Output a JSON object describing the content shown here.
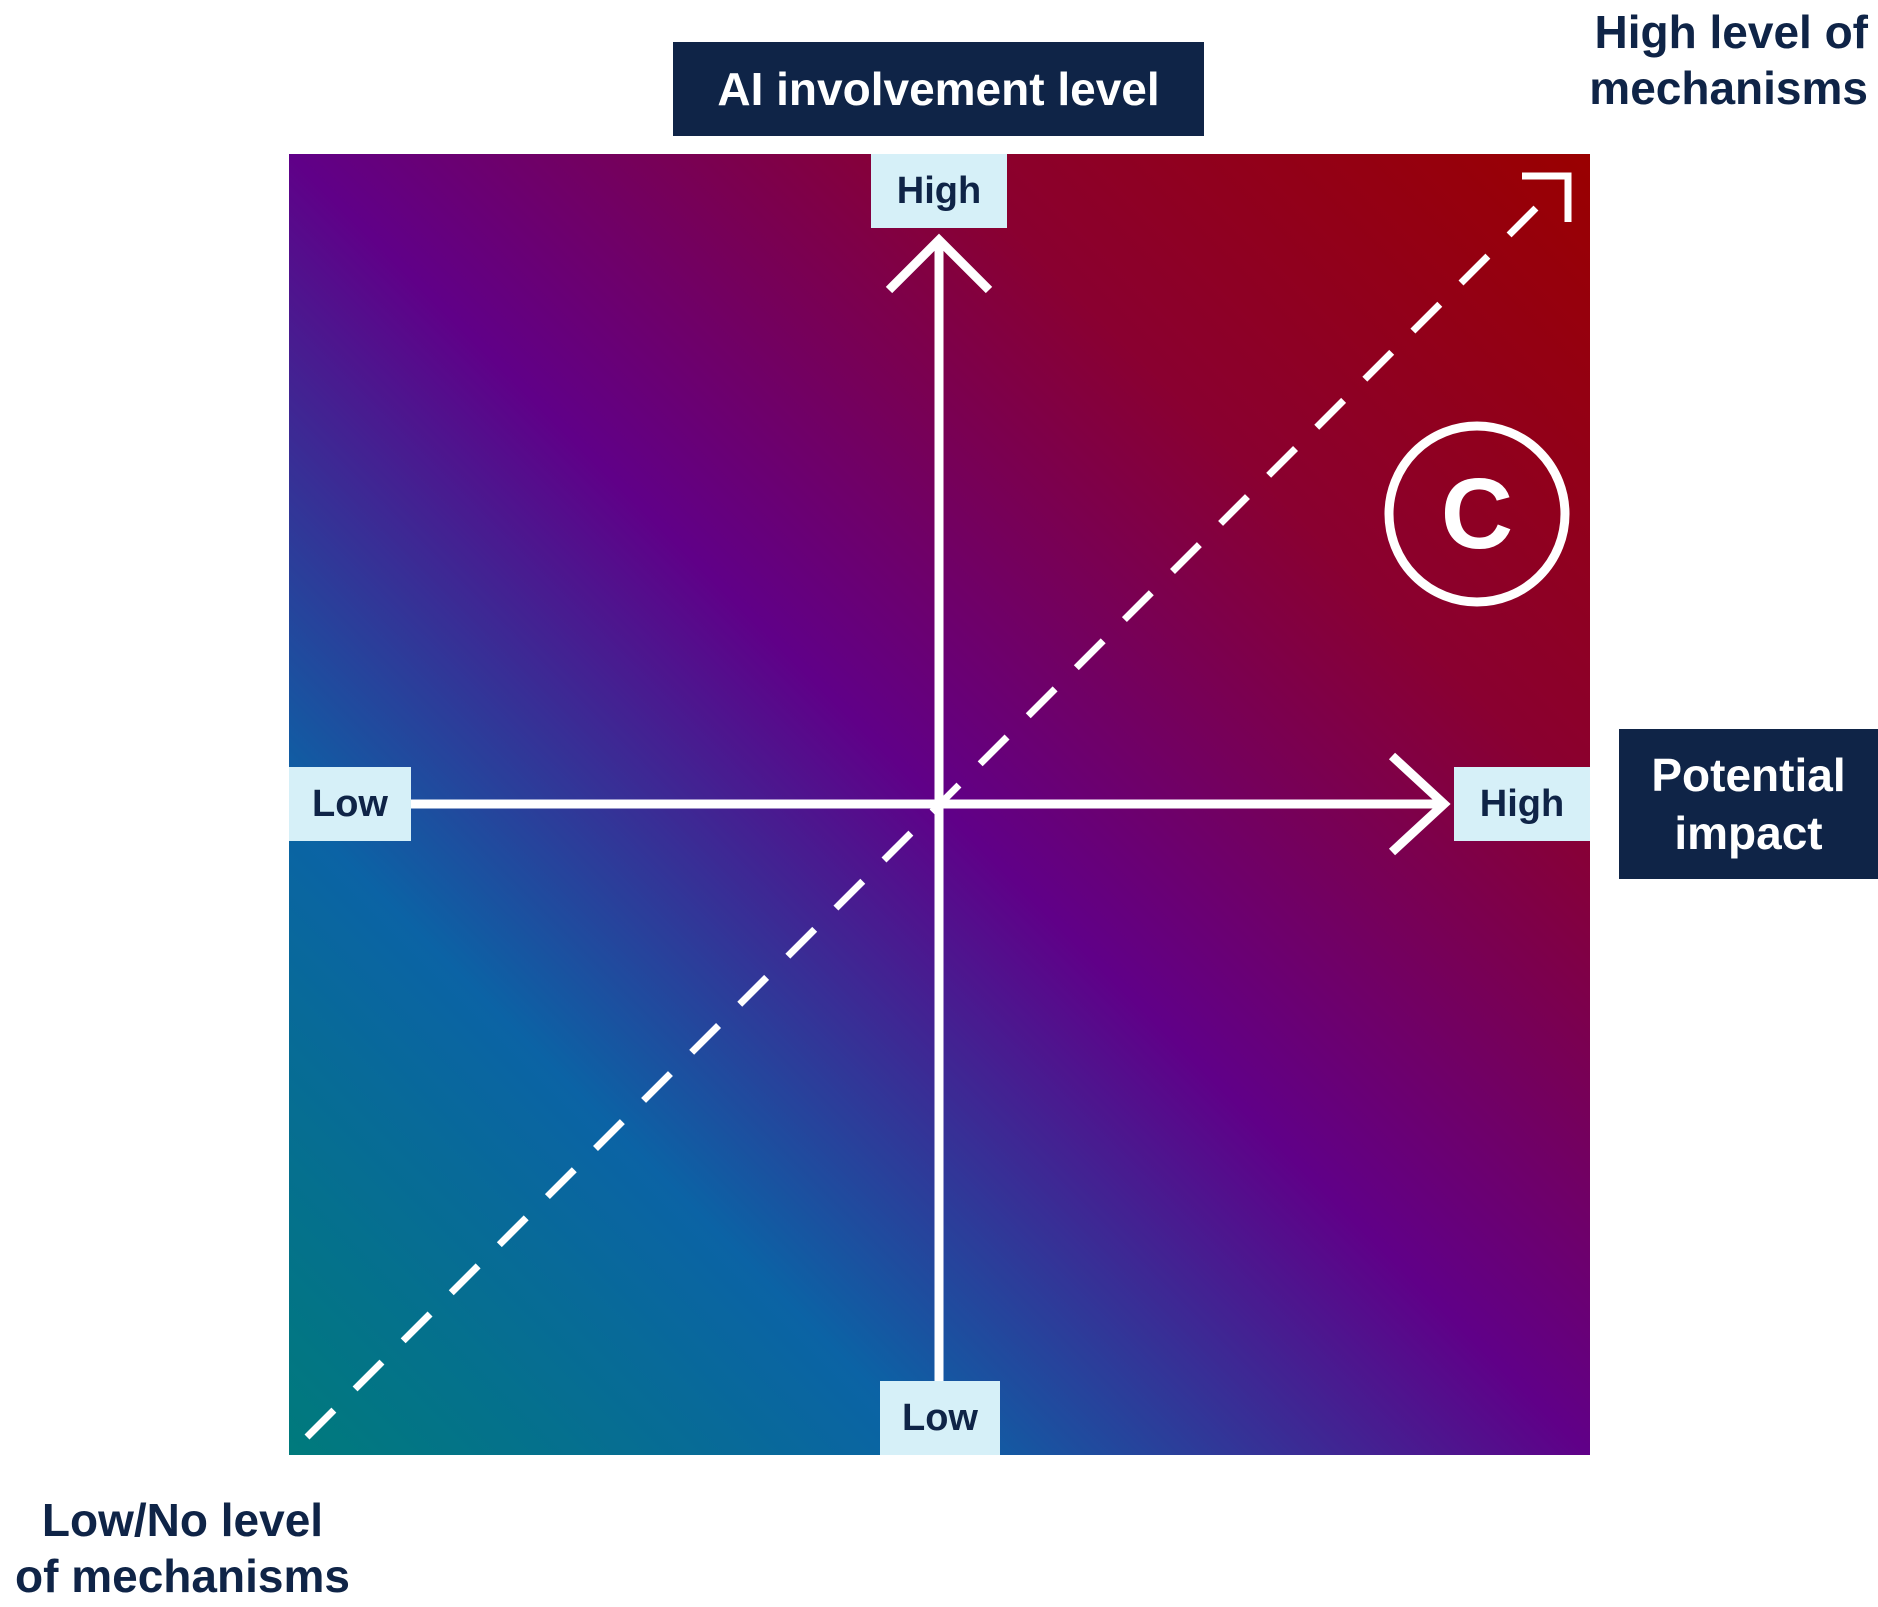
{
  "title": "AI involvement level",
  "x_axis_name_line1": "Potential",
  "x_axis_name_line2": "impact",
  "y_axis_high": "High",
  "y_axis_low": "Low",
  "x_axis_low": "Low",
  "x_axis_high": "High",
  "diagonal_high_line1": "High level of",
  "diagonal_high_line2": "mechanisms",
  "diagonal_low_line1": "Low/No level",
  "diagonal_low_line2": "of mechanisms",
  "marker_label": "C",
  "colors": {
    "dark_navy": "#0f2447",
    "label_bg": "#d6f0f8",
    "gradient_start": "#007a7c",
    "gradient_mid": "#600088",
    "gradient_end": "#9a0000",
    "lines": "#ffffff"
  }
}
